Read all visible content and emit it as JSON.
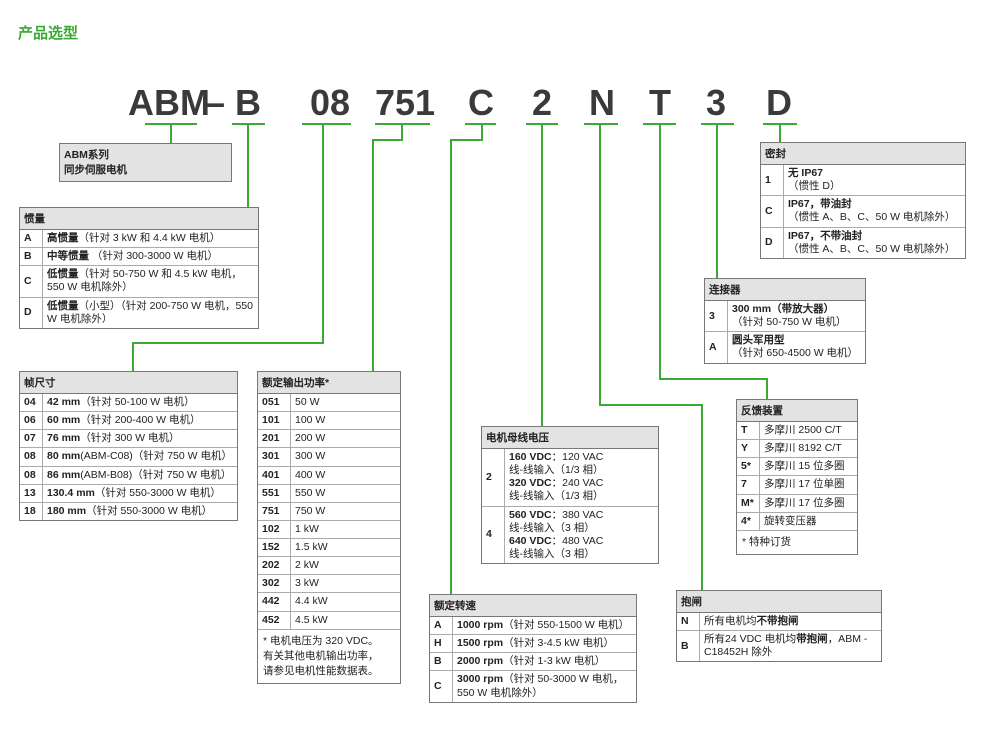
{
  "title": "产品选型",
  "code": [
    "ABM",
    "–",
    "B",
    "08",
    "751",
    "C",
    "2",
    "N",
    "T",
    "3",
    "D"
  ],
  "series": {
    "line1": "ABM系列",
    "line2": "同步伺服电机"
  },
  "inertia": {
    "header": "惯量",
    "rows": [
      {
        "k": "A",
        "b": "高惯量",
        "t": "（针对 3 kW 和 4.4 kW 电机）"
      },
      {
        "k": "B",
        "b": "中等惯量",
        "t": " （针对 300-3000 W 电机）"
      },
      {
        "k": "C",
        "b": "低惯量",
        "t": "（针对 50-750 W 和 4.5 kW 电机，550 W 电机除外）"
      },
      {
        "k": "D",
        "b": "低惯量",
        "t": "（小型）（针对 200-750 W 电机，550 W 电机除外）"
      }
    ]
  },
  "frame": {
    "header": "帧尺寸",
    "rows": [
      {
        "k": "04",
        "b": "42 mm",
        "t": "（针对 50-100 W 电机）"
      },
      {
        "k": "06",
        "b": "60 mm",
        "t": "（针对 200-400 W 电机）"
      },
      {
        "k": "07",
        "b": "76 mm",
        "t": "（针对 300 W 电机）"
      },
      {
        "k": "08",
        "b": "80 mm",
        "t": "(ABM-C08)（针对 750 W 电机）"
      },
      {
        "k": "08",
        "b": "86 mm",
        "t": "(ABM-B08)（针对 750 W 电机）"
      },
      {
        "k": "13",
        "b": "130.4 mm",
        "t": "（针对 550-3000 W 电机）"
      },
      {
        "k": "18",
        "b": "180 mm",
        "t": "（针对 550-3000 W 电机）"
      }
    ]
  },
  "power": {
    "header": "额定输出功率*",
    "rows": [
      {
        "k": "051",
        "t": "50 W"
      },
      {
        "k": "101",
        "t": "100 W"
      },
      {
        "k": "201",
        "t": "200 W"
      },
      {
        "k": "301",
        "t": "300 W"
      },
      {
        "k": "401",
        "t": "400 W"
      },
      {
        "k": "551",
        "t": "550 W"
      },
      {
        "k": "751",
        "t": "750 W"
      },
      {
        "k": "102",
        "t": "1 kW"
      },
      {
        "k": "152",
        "t": "1.5 kW"
      },
      {
        "k": "202",
        "t": "2 kW"
      },
      {
        "k": "302",
        "t": "3 kW"
      },
      {
        "k": "442",
        "t": "4.4 kW"
      },
      {
        "k": "452",
        "t": "4.5 kW"
      }
    ],
    "note": [
      "* 电机电压为 320 VDC。",
      "有关其他电机输出功率，",
      "请参见电机性能数据表。"
    ]
  },
  "speed": {
    "header": "额定转速",
    "rows": [
      {
        "k": "A",
        "b": "1000 rpm",
        "t": "（针对 550-1500 W 电机）"
      },
      {
        "k": "H",
        "b": "1500 rpm",
        "t": "（针对 3-4.5 kW 电机）"
      },
      {
        "k": "B",
        "b": "2000 rpm",
        "t": "（针对 1-3 kW 电机）"
      },
      {
        "k": "C",
        "b": "3000 rpm",
        "t": "（针对 50-3000 W 电机，550 W 电机除外）"
      }
    ]
  },
  "bus": {
    "header": "电机母线电压",
    "rows": [
      {
        "k": "2",
        "b1": "160 VDC",
        "t1": "：120 VAC",
        "l1": "线-线输入（1/3 相）",
        "b2": "320 VDC",
        "t2": "：240 VAC",
        "l2": "线-线输入（1/3 相）"
      },
      {
        "k": "4",
        "b1": "560 VDC",
        "t1": "：380 VAC",
        "l1": "线-线输入（3 相）",
        "b2": "640 VDC",
        "t2": "：480 VAC",
        "l2": "线-线输入（3 相）"
      }
    ]
  },
  "brake": {
    "header": "抱闸",
    "rows": [
      {
        "k": "N",
        "pre": "所有电机均",
        "b": "不带抱闸",
        "post": ""
      },
      {
        "k": "B",
        "pre": "所有24 VDC 电机均",
        "b": "带抱闸",
        "post": "，ABM -C18452H 除外"
      }
    ]
  },
  "feedback": {
    "header": "反馈装置",
    "rows": [
      {
        "k": "T",
        "t": "多摩川 2500 C/T"
      },
      {
        "k": "Y",
        "t": "多摩川 8192 C/T"
      },
      {
        "k": "5*",
        "t": "多摩川 15 位多圈"
      },
      {
        "k": "7",
        "t": "多摩川 17 位单圈"
      },
      {
        "k": "M*",
        "t": "多摩川 17 位多圈"
      },
      {
        "k": "4*",
        "t": "旋转变压器"
      }
    ],
    "note": "* 特种订货"
  },
  "connector": {
    "header": "连接器",
    "rows": [
      {
        "k": "3",
        "b": "300 mm",
        "b2": "（带放大器）",
        "t": "（针对 50-750 W 电机）"
      },
      {
        "k": "A",
        "b": "圆头军用型",
        "b2": "",
        "t": "（针对 650-4500 W 电机）"
      }
    ]
  },
  "seal": {
    "header": "密封",
    "rows": [
      {
        "k": "1",
        "b": "无 IP67",
        "t": "（惯性 D）"
      },
      {
        "k": "C",
        "b": "IP67，带油封",
        "t": "（惯性 A、B、C、50 W 电机除外）"
      },
      {
        "k": "D",
        "b": "IP67，不带油封",
        "t": "（惯性 A、B、C、50 W 电机除外）"
      }
    ]
  },
  "colors": {
    "line": "#3aaa35",
    "header_bg": "#e3e3e3",
    "code_text": "#3a3a3a"
  }
}
